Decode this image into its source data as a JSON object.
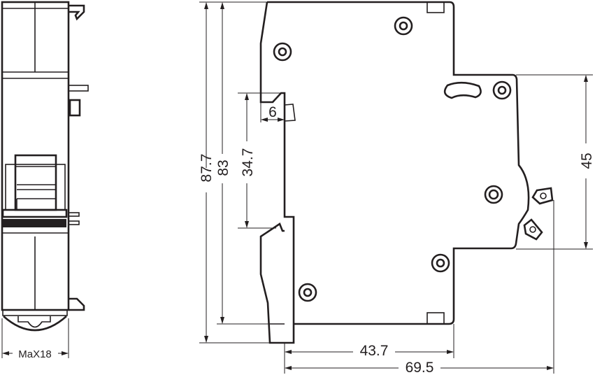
{
  "drawing": {
    "front_view": {
      "width_label": "MaX18"
    },
    "side_view": {
      "dimensions": {
        "overall_height": "87.7",
        "body_height": "83",
        "toggle_travel": "34.7",
        "toggle_width": "6",
        "terminal_height": "45",
        "depth_to_front": "43.7",
        "overall_depth": "69.5"
      }
    },
    "line_color": "#231f20"
  }
}
